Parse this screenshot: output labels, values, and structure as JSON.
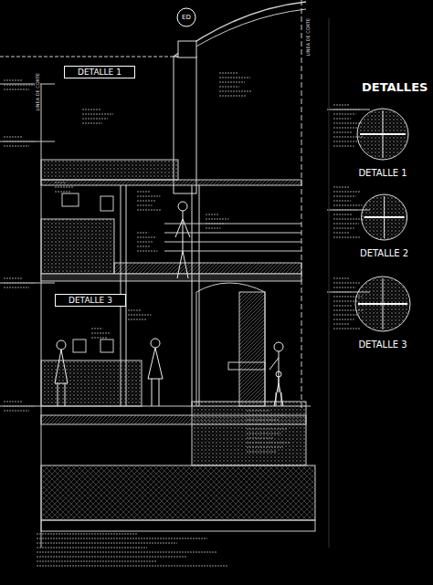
{
  "diagram": {
    "title": "DETALLES",
    "nodes": [
      {
        "text": [
          "DETALLE 1"
        ]
      },
      {
        "text": [
          "DETALLE 3"
        ]
      },
      {
        "text": [
          "ED"
        ]
      },
      {
        "text": [
          "DETALLE 1"
        ]
      },
      {
        "text": [
          "DETALLE 2"
        ]
      },
      {
        "text": [
          "DETALLE 3"
        ]
      }
    ],
    "labels": [
      "LINEA DE CORTE",
      "LINEA DE CORTE"
    ]
  }
}
